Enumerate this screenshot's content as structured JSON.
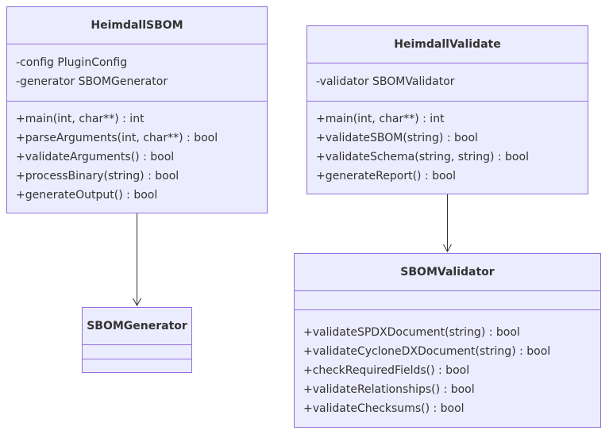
{
  "classes": {
    "heimdall_sbom": {
      "name": "HeimdallSBOM",
      "attributes": [
        "-config PluginConfig",
        "-generator SBOMGenerator"
      ],
      "methods": [
        "+main(int, char**) : int",
        "+parseArguments(int, char**) : bool",
        "+validateArguments() : bool",
        "+processBinary(string) : bool",
        "+generateOutput() : bool"
      ]
    },
    "heimdall_validate": {
      "name": "HeimdallValidate",
      "attributes": [
        "-validator SBOMValidator"
      ],
      "methods": [
        "+main(int, char**) : int",
        "+validateSBOM(string) : bool",
        "+validateSchema(string, string) : bool",
        "+generateReport() : bool"
      ]
    },
    "sbom_generator": {
      "name": "SBOMGenerator",
      "attributes": [],
      "methods": []
    },
    "sbom_validator": {
      "name": "SBOMValidator",
      "attributes": [],
      "methods": [
        "+validateSPDXDocument(string) : bool",
        "+validateCycloneDXDocument(string) : bool",
        "+checkRequiredFields() : bool",
        "+validateRelationships() : bool",
        "+validateChecksums() : bool"
      ]
    }
  },
  "colors": {
    "box_fill": "#ECECFF",
    "box_border": "#9370DB",
    "text": "#333333",
    "arrow": "#333333"
  }
}
